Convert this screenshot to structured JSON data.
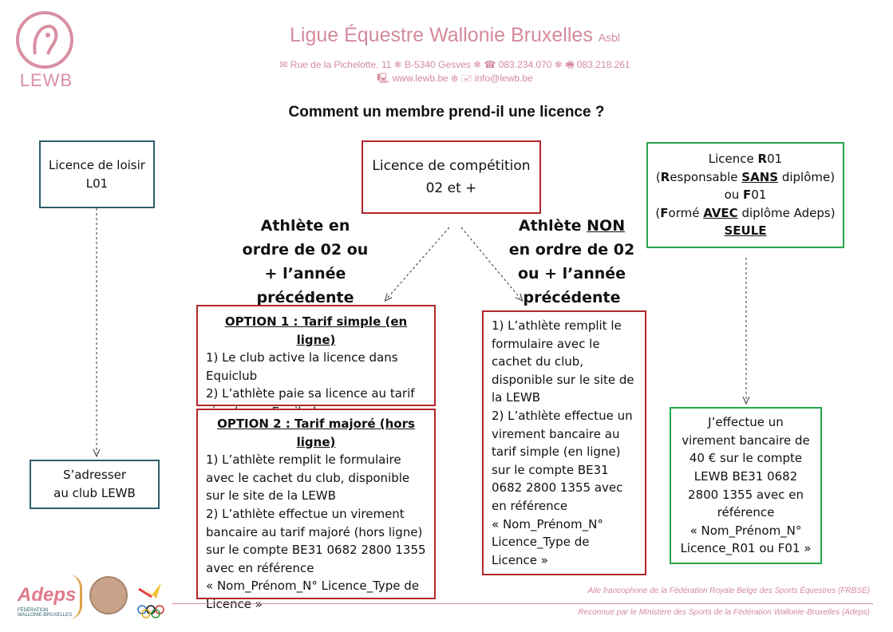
{
  "header": {
    "logo_text": "LEWB",
    "org_name": "Ligue Équestre Wallonie Bruxelles",
    "org_suffix": "Asbl",
    "contact_line1": "✉ Rue de la Pichelotte, 11  ❄  B-5340 Gesves  ❄  ☎ 083.234.070  ❄  🖷 083.218.261",
    "contact_line2": "🖳 www.lewb.be  ❄  🖃 info@lewb.be"
  },
  "title": "Comment un membre prend-il une licence ?",
  "loisir": {
    "line1": "Licence de loisir",
    "line2": "L01",
    "result": [
      "S’adresser",
      "au club LEWB"
    ]
  },
  "competition": {
    "line1": "Licence de compétition",
    "line2": "02 et +"
  },
  "athlete_ok_header": [
    "Athlète en",
    "ordre de 02 ou",
    "+ l’année",
    "précédente"
  ],
  "athlete_non_header": {
    "prefix": "Athlète ",
    "non": "NON",
    "lines": [
      "en ordre de 02",
      "ou + l’année",
      "précédente"
    ]
  },
  "option1": {
    "title": "OPTION 1 : Tarif simple (en ligne)",
    "lines": [
      "1) Le club active la licence dans",
      "Equiclub",
      "2) L’athlète paie sa licence au tarif",
      "simple sur Equibel"
    ]
  },
  "option2": {
    "title": "OPTION 2 : Tarif majoré (hors ligne)",
    "lines": [
      "1) L’athlète remplit le formulaire",
      "avec le cachet du club, disponible",
      "sur le site de la LEWB",
      "2) L’athlète effectue un virement",
      "bancaire au tarif majoré (hors ligne)",
      "sur le compte BE31 0682 2800 1355",
      "avec en référence",
      "« Nom_Prénom_N° Licence_Type de",
      "Licence »"
    ]
  },
  "non_box": {
    "lines": [
      "1) L’athlète remplit le",
      "formulaire avec le",
      "cachet du club,",
      "disponible sur le site de",
      "la LEWB",
      "2) L’athlète effectue un",
      "virement bancaire au",
      "tarif simple (en ligne)",
      "sur le compte BE31",
      "0682 2800 1355 avec",
      "en référence",
      "« Nom_Prénom_N°",
      "Licence_Type de",
      "Licence »"
    ]
  },
  "r01": {
    "l1a": "Licence ",
    "l1b": "R",
    "l1c": "01",
    "l2a": "(",
    "l2b": "R",
    "l2c": "esponsable ",
    "l2d": "SANS",
    "l2e": " diplôme)",
    "l3a": "ou ",
    "l3b": "F",
    "l3c": "01",
    "l4a": "(",
    "l4b": "F",
    "l4c": "ormé ",
    "l4d": "AVEC",
    "l4e": " diplôme Adeps)",
    "l5": "SEULE",
    "result": [
      "J’effectue un",
      "virement bancaire de",
      "40 € sur le compte",
      "LEWB BE31 0682",
      "2800 1355 avec en",
      "référence",
      "« Nom_Prénom_N°",
      "Licence_R01 ou F01 »"
    ]
  },
  "footer": {
    "adeps": "Adeps",
    "adeps_sub": "FÉDÉRATION WALLONIE-BRUXELLES",
    "line1": "Aile francophone de la Fédération Royale Belge des Sports Équestres (FRBSE)",
    "line2": "Reconnue par le Ministère des Sports de la Fédération Wallonie-Bruxelles (Adeps)"
  },
  "colors": {
    "blue": "#2c5f6b",
    "red": "#b3262d",
    "green": "#27a64a",
    "pink": "#d48a9c"
  }
}
